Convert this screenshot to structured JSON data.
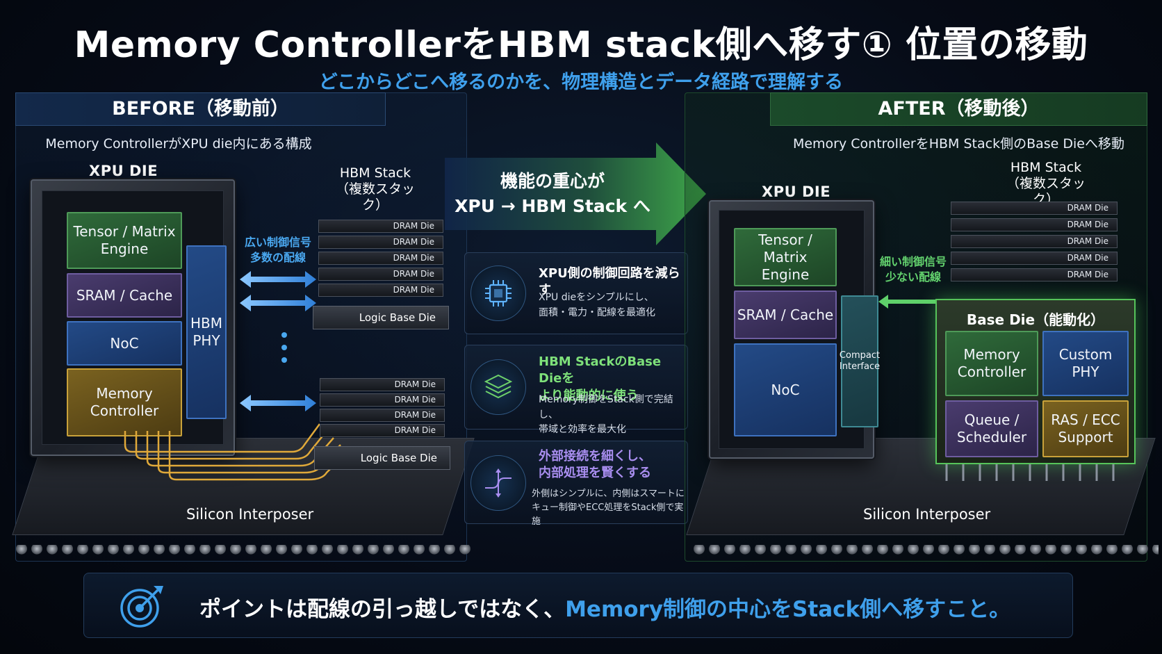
{
  "title": "Memory ControllerをHBM stack側へ移す① 位置の移動",
  "subtitle": "どこからどこへ移るのかを、物理構造とデータ経路で理解する",
  "before": {
    "header": "BEFORE（移動前）",
    "description": "Memory ControllerがXPU die内にある構成",
    "xpu_label": "XPU DIE",
    "blocks": {
      "tensor": "Tensor / Matrix Engine",
      "sram": "SRAM / Cache",
      "noc": "NoC",
      "memctrl": "Memory Controller",
      "hbm_phy": "HBM PHY"
    },
    "hbm_label_1": "HBM Stack",
    "hbm_label_2": "（複数スタック）",
    "dram_label": "DRAM Die",
    "logic_label": "Logic Base Die",
    "arrow_label_1": "広い制御信号",
    "arrow_label_2": "多数の配線",
    "interposer": "Silicon Interposer"
  },
  "center": {
    "arrow_line_1": "機能の重心が",
    "arrow_line_2": "XPU → HBM Stack へ",
    "cards": [
      {
        "title_1": "XPU側の制御回路を減らす",
        "title_2": "",
        "body_1": "XPU dieをシンプルにし、",
        "body_2": "面積・電力・配線を最適化",
        "color": "#ffffff",
        "icon": "chip-icon"
      },
      {
        "title_1": "HBM StackのBase Dieを",
        "title_2": "より能動的に使う",
        "body_1": "Memory制御をStack側で完結し、",
        "body_2": "帯域と効率を最大化",
        "color": "#7ee07a",
        "icon": "layers-icon"
      },
      {
        "title_1": "外部接続を細くし、",
        "title_2": "内部処理を賢くする",
        "body_1": "外側はシンプルに、内側はスマートに",
        "body_2": "キュー制御やECC処理をStack側で実施",
        "color": "#a98ef0",
        "icon": "split-lines-icon"
      }
    ]
  },
  "after": {
    "header": "AFTER（移動後）",
    "description": "Memory ControllerをHBM Stack側のBase Dieへ移動",
    "xpu_label": "XPU DIE",
    "blocks": {
      "tensor": "Tensor / Matrix Engine",
      "sram": "SRAM / Cache",
      "noc": "NoC",
      "compact": "Compact Interface"
    },
    "hbm_label_1": "HBM Stack",
    "hbm_label_2": "（複数スタック）",
    "dram_label": "DRAM Die",
    "arrow_label_1": "細い制御信号",
    "arrow_label_2": "少ない配線",
    "base_die_title": "Base Die（能動化）",
    "base_blocks": {
      "memctrl": "Memory Controller",
      "phy": "Custom PHY",
      "queue": "Queue / Scheduler",
      "ras": "RAS / ECC Support"
    },
    "interposer": "Silicon Interposer"
  },
  "bottom": {
    "text_plain": "ポイントは配線の引っ越しではなく、",
    "text_highlight": "Memory制御の中心をStack側へ移すこと。",
    "icon": "target-icon"
  },
  "colors": {
    "accent_blue": "#3fa0ec",
    "accent_green": "#56c45a",
    "gold": "#e0a93a"
  }
}
